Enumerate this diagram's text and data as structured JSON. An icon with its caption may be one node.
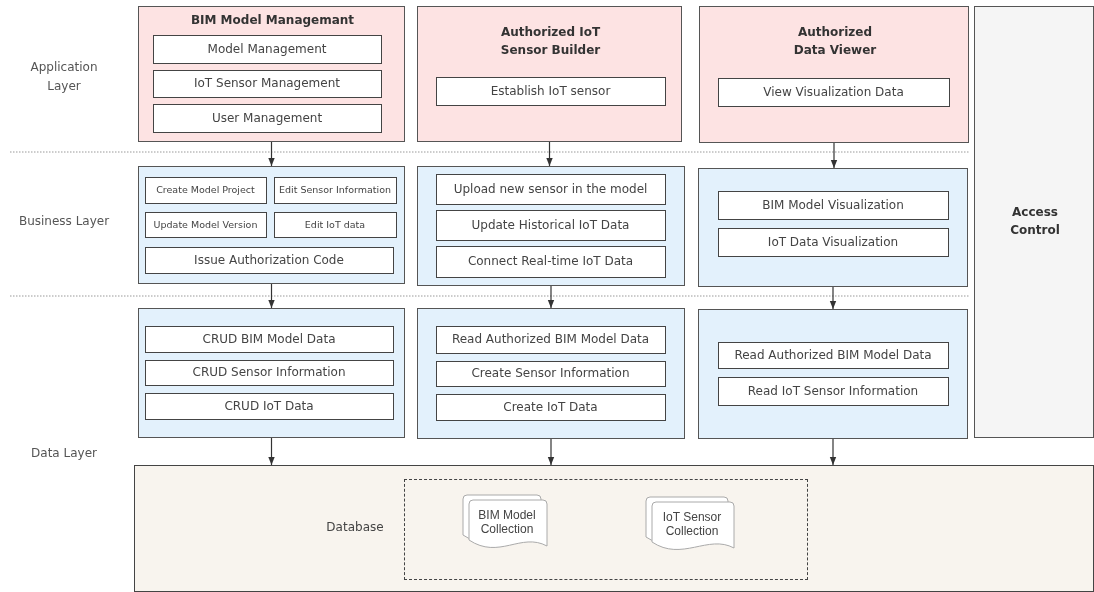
{
  "diagram": {
    "nodes": [
      {
        "text": [
          "BIM Model Managemant"
        ]
      },
      {
        "text": [
          "Model Management"
        ],
        "in": 0
      },
      {
        "text": [
          "IoT Sensor Management"
        ],
        "in": 0
      },
      {
        "text": [
          "User Management"
        ],
        "in": 0
      },
      {
        "text": [
          "Authorized IoT Sensor Builder"
        ]
      },
      {
        "text": [
          "Establish IoT sensor"
        ],
        "in": 4
      },
      {
        "text": [
          "Authorized Data Viewer"
        ]
      },
      {
        "text": [
          "View Visualization Data"
        ],
        "in": 6
      },
      {
        "text": [
          "Access Control"
        ]
      },
      {
        "text": [],
        "shape": "box"
      },
      {
        "text": [
          "Create Model Project"
        ],
        "in": 9
      },
      {
        "text": [
          "Edit Sensor Information"
        ],
        "in": 9
      },
      {
        "text": [
          "Update Model Version"
        ],
        "in": 9
      },
      {
        "text": [
          "Edit IoT data"
        ],
        "in": 9
      },
      {
        "text": [
          "Issue Authorization Code"
        ],
        "in": 9
      },
      {
        "text": [],
        "shape": "box"
      },
      {
        "text": [
          "Upload new sensor in the model"
        ],
        "in": 15
      },
      {
        "text": [
          "Update Historical IoT Data"
        ],
        "in": 15
      },
      {
        "text": [
          "Connect Real-time IoT Data"
        ],
        "in": 15
      },
      {
        "text": [],
        "shape": "box"
      },
      {
        "text": [
          "BIM Model Visualization"
        ],
        "in": 19
      },
      {
        "text": [
          "IoT Data Visualization"
        ],
        "in": 19
      },
      {
        "text": [],
        "shape": "box"
      },
      {
        "text": [
          "CRUD BIM Model Data"
        ],
        "in": 22
      },
      {
        "text": [
          "CRUD Sensor Information"
        ],
        "in": 22
      },
      {
        "text": [
          "CRUD IoT Data"
        ],
        "in": 22
      },
      {
        "text": [],
        "shape": "box"
      },
      {
        "text": [
          "Read Authorized BIM Model Data"
        ],
        "in": 26
      },
      {
        "text": [
          "Create Sensor Information"
        ],
        "in": 26
      },
      {
        "text": [
          "Create IoT Data"
        ],
        "in": 26
      },
      {
        "text": [],
        "shape": "box"
      },
      {
        "text": [
          "Read Authorized BIM Model Data"
        ],
        "in": 30
      },
      {
        "text": [
          "Read IoT Sensor Information"
        ],
        "in": 30
      },
      {
        "text": [
          "Database"
        ]
      },
      {
        "text": [],
        "shape": "box",
        "in": 33
      },
      {
        "text": [
          "BIM Model Collection"
        ],
        "in": 34
      },
      {
        "text": [
          "IoT Sensor Collection"
        ],
        "in": 34
      }
    ],
    "edges": [
      {
        "from": 0,
        "to": 9,
        "arrow": "to"
      },
      {
        "from": 4,
        "to": 15,
        "arrow": "to"
      },
      {
        "from": 6,
        "to": 19,
        "arrow": "to"
      },
      {
        "from": 9,
        "to": 22,
        "arrow": "to"
      },
      {
        "from": 15,
        "to": 26,
        "arrow": "to"
      },
      {
        "from": 19,
        "to": 30,
        "arrow": "to"
      },
      {
        "from": 22,
        "to": 33,
        "arrow": "to"
      },
      {
        "from": 26,
        "to": 33,
        "arrow": "to"
      },
      {
        "from": 30,
        "to": 33,
        "arrow": "to"
      }
    ],
    "labels": [
      "Application Layer",
      "Business Layer",
      "Data Layer"
    ]
  }
}
